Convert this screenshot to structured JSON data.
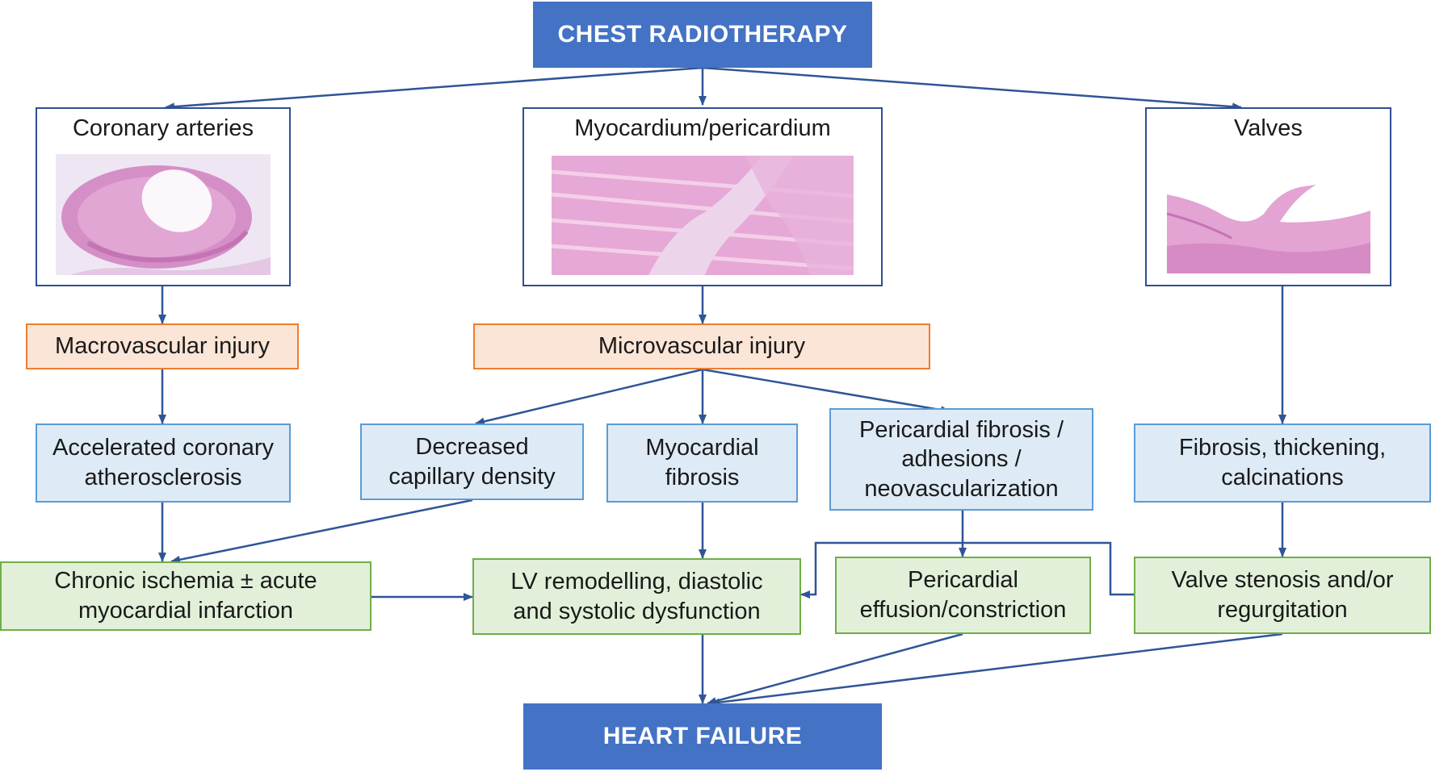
{
  "header": {
    "title": "CHEST RADIOTHERAPY"
  },
  "organs": {
    "coronary": {
      "title": "Coronary arteries"
    },
    "myocardium": {
      "title": "Myocardium/pericardium"
    },
    "valves": {
      "title": "Valves"
    }
  },
  "injuries": {
    "macro": "Macrovascular injury",
    "micro": "Microvascular injury"
  },
  "mechanisms": {
    "atherosclerosis": [
      "Accelerated coronary",
      "atherosclerosis"
    ],
    "capillary": [
      "Decreased",
      "capillary density"
    ],
    "myo_fibrosis": [
      "Myocardial",
      "fibrosis"
    ],
    "pericardial": [
      "Pericardial fibrosis /",
      "adhesions /",
      "neovascularization"
    ],
    "valve_fibrosis": [
      "Fibrosis, thickening,",
      "calcinations"
    ]
  },
  "outcomes": {
    "ischemia": [
      "Chronic ischemia ± acute",
      "myocardial infarction"
    ],
    "lv": [
      "LV remodelling, diastolic",
      "and systolic dysfunction"
    ],
    "effusion": [
      "Pericardial",
      "effusion/constriction"
    ],
    "valve": [
      "Valve stenosis and/or",
      "regurgitation"
    ]
  },
  "footer": {
    "title": "HEART FAILURE"
  },
  "colors": {
    "title_fill": "#4472c4",
    "arrow": "#2f5597",
    "injury_fill": "#fbe5d6",
    "injury_border": "#ed7d31",
    "mechanism_fill": "#deebf7",
    "mechanism_border": "#5b9bd5",
    "outcome_fill": "#e2f0d9",
    "outcome_border": "#70ad47"
  }
}
